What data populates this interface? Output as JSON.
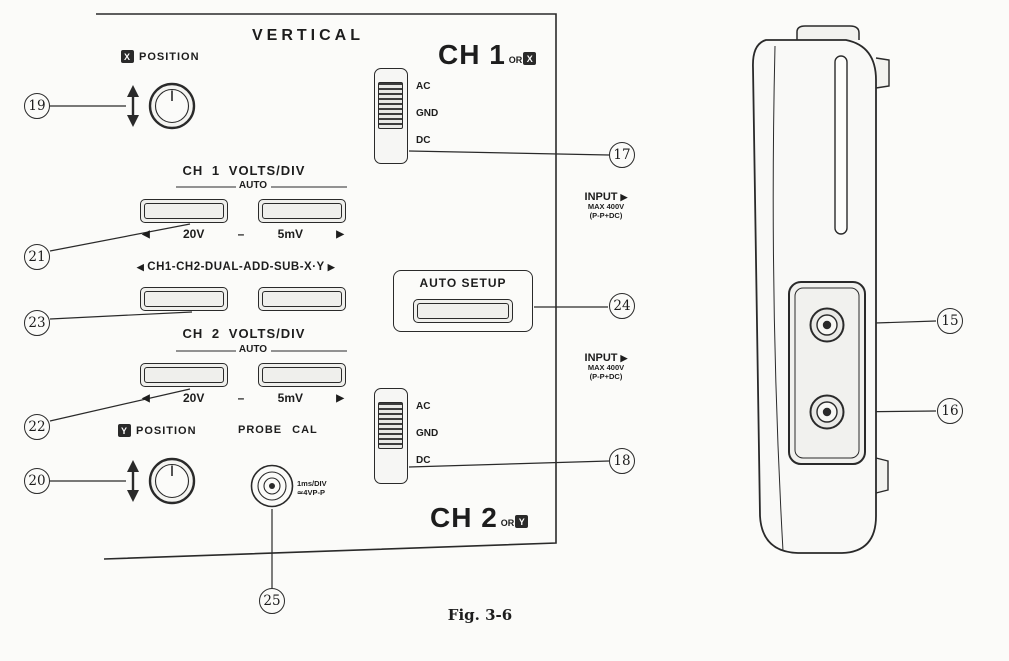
{
  "title": "VERTICAL",
  "caption": "Fig. 3-6",
  "ch1": {
    "name": "CH 1",
    "or_text": "OR",
    "axis": "X"
  },
  "ch2": {
    "name": "CH 2",
    "or_text": "OR",
    "axis": "Y"
  },
  "pos1": {
    "axis": "X",
    "label": "POSITION"
  },
  "pos2": {
    "axis": "Y",
    "label": "POSITION"
  },
  "vdiv1": {
    "title": "CH 1 VOLTS/DIV",
    "auto": "AUTO",
    "dec": "◀",
    "min": "20V",
    "dash": "–",
    "max": "5mV",
    "inc": "▶"
  },
  "vdiv2": {
    "title": "CH 2 VOLTS/DIV",
    "auto": "AUTO",
    "dec": "◀",
    "min": "20V",
    "dash": "–",
    "max": "5mV",
    "inc": "▶"
  },
  "mode": {
    "dec": "◀",
    "label": "CH1-CH2-DUAL-ADD-SUB-X·Y",
    "inc": "▶"
  },
  "auto_setup": {
    "label": "AUTO SETUP"
  },
  "input1": {
    "label": "INPUT",
    "arrow": "▶",
    "max1": "MAX 400V",
    "max2": "(P-P+DC)"
  },
  "input2": {
    "label": "INPUT",
    "arrow": "▶",
    "max1": "MAX 400V",
    "max2": "(P-P+DC)"
  },
  "coupling1": {
    "ac": "AC",
    "gnd": "GND",
    "dc": "DC"
  },
  "coupling2": {
    "ac": "AC",
    "gnd": "GND",
    "dc": "DC"
  },
  "probe_cal": {
    "label": "PROBE CAL",
    "spec1": "1ms/DIV",
    "spec2": "≃4VP-P"
  },
  "callouts": {
    "n15": "15",
    "n16": "16",
    "n17": "17",
    "n18": "18",
    "n19": "19",
    "n20": "20",
    "n21": "21",
    "n22": "22",
    "n23": "23",
    "n24": "24",
    "n25": "25"
  }
}
